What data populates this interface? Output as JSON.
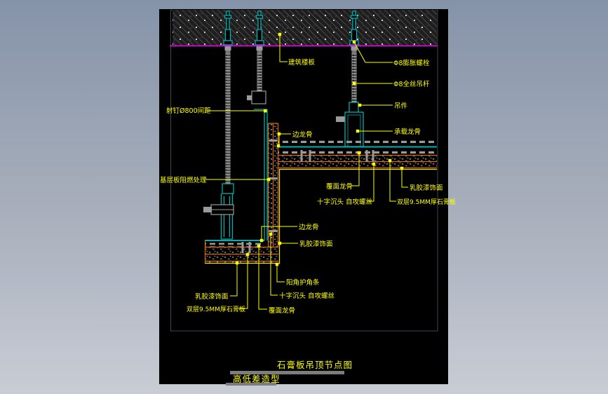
{
  "app": {
    "canvas_color": "#000000",
    "background_top": "#8593a9",
    "background_bottom": "#c8ccd5"
  },
  "drawing": {
    "title": "石膏板吊顶节点图",
    "subtitle": "高低差造型",
    "callouts": {
      "building_slab": "建筑楼板",
      "expansion_bolt": "Φ8膨胀螺栓",
      "full_thread_rod": "Φ8全丝吊杆",
      "hanger_clip": "吊件",
      "carrier_channel": "承载龙骨",
      "edge_channel_upper": "边龙骨",
      "nail_spacing": "射钉Ø800间距",
      "base_board_fire_treatment": "基层板阻燃处理",
      "furring_channel_upper": "覆面龙骨",
      "screws_upper": "十字沉头 自攻螺丝",
      "latex_paint_upper": "乳胶漆饰面",
      "gypsum_board_upper": "双层9.5MM厚石膏板",
      "edge_channel_lower": "边龙骨",
      "latex_paint_mid": "乳胶漆饰面",
      "corner_bead": "阳角护角条",
      "screws_lower": "十字沉头 自攻螺丝",
      "furring_channel_lower": "覆面龙骨",
      "gypsum_board_lower": "双层9.5MM厚石膏板",
      "latex_paint_lower": "乳胶漆饰面"
    },
    "colors": {
      "leader_yellow": "#ffff00",
      "structure_teal": "#00b0b0",
      "board_orange": "#d96a00",
      "slab_line_magenta": "#ff00ff",
      "finish_face_yellow": "#e8e800",
      "metal_gray": "#9a9a9a",
      "title_bar_gray": "#7d7d7d"
    }
  }
}
